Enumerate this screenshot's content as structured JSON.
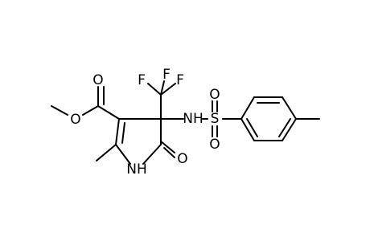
{
  "diagram": {
    "type": "chemical-structure",
    "background": "#ffffff",
    "line_color": "#000000",
    "atom_color": "#000000",
    "labels": {
      "o_ester_carbonyl": "O",
      "o_ester_ether": "O",
      "f1": "F",
      "f2": "F",
      "f3": "F",
      "nh_sulfonamide": "NH",
      "s": "S",
      "o_s_top": "O",
      "o_s_bottom": "O",
      "o_lactam": "O",
      "nh_ring": "NH"
    }
  }
}
